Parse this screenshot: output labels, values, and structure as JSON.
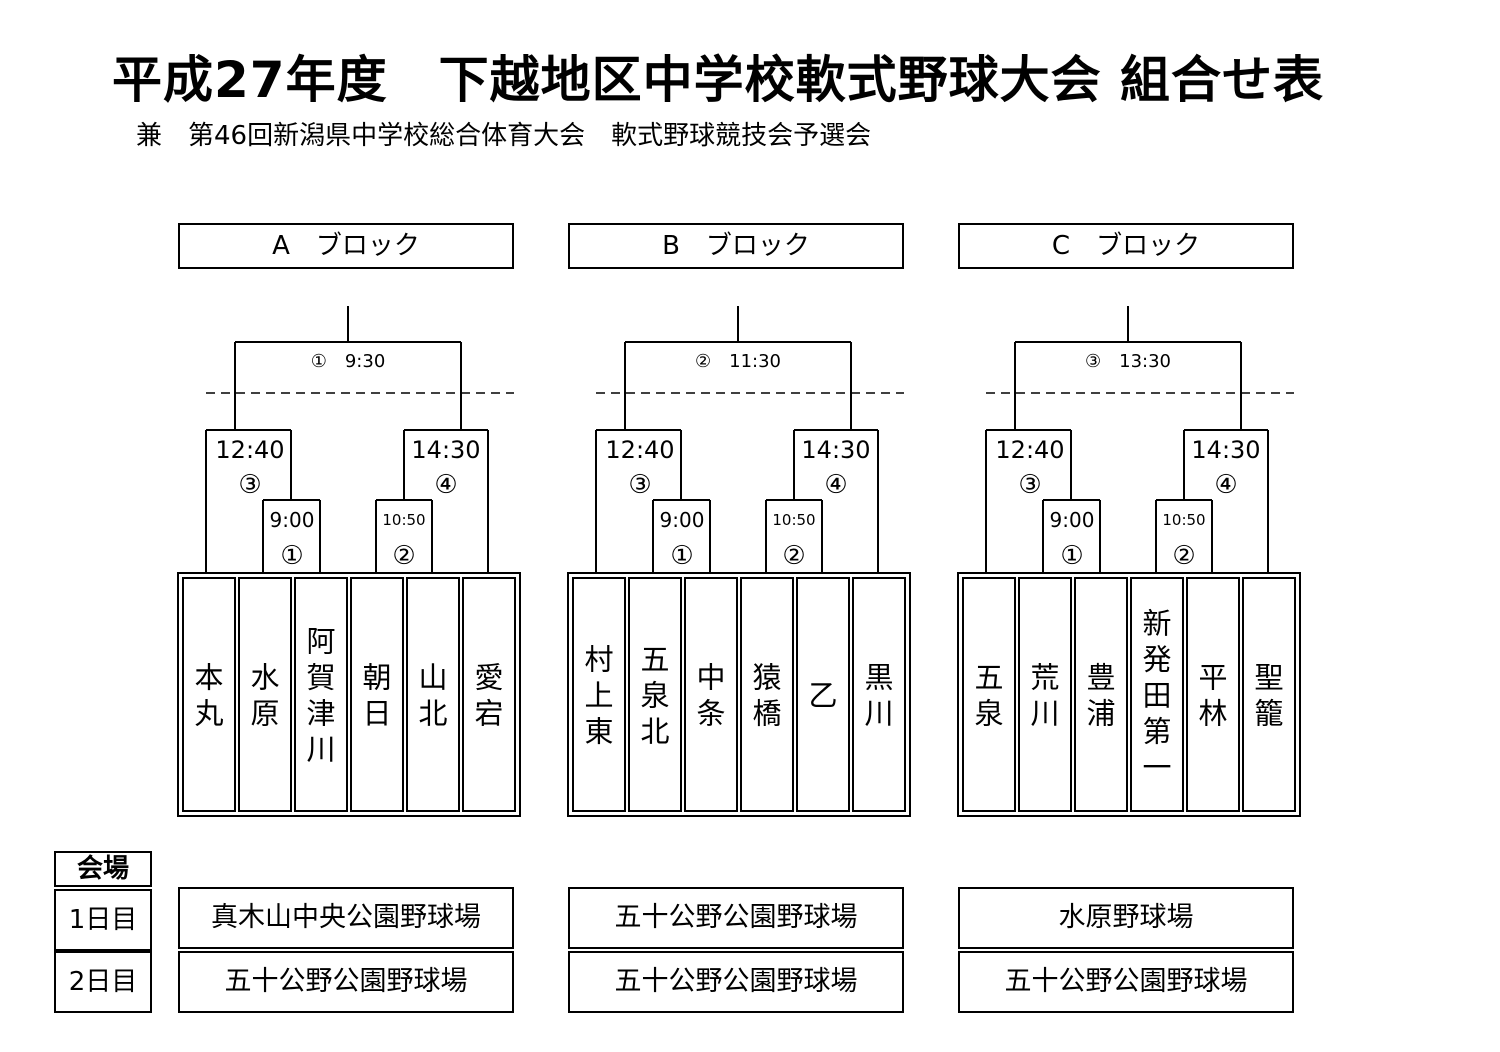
{
  "title": "平成27年度　下越地区中学校軟式野球大会 組合せ表",
  "subtitle": "兼　第46回新潟県中学校総合体育大会　軟式野球競技会予選会",
  "blocks": [
    {
      "header": "A　ブロック",
      "final": "①　9:30",
      "left_semi": {
        "time": "12:40",
        "num": "③"
      },
      "right_semi": {
        "time": "14:30",
        "num": "④"
      },
      "left_first": {
        "time": "9:00",
        "num": "①"
      },
      "right_first": {
        "time": "10:50",
        "num": "②"
      },
      "teams": [
        "本丸",
        "水原",
        "阿賀津川",
        "朝日",
        "山北",
        "愛宕"
      ]
    },
    {
      "header": "B　ブロック",
      "final": "②　11:30",
      "left_semi": {
        "time": "12:40",
        "num": "③"
      },
      "right_semi": {
        "time": "14:30",
        "num": "④"
      },
      "left_first": {
        "time": "9:00",
        "num": "①"
      },
      "right_first": {
        "time": "10:50",
        "num": "②"
      },
      "teams": [
        "村上東",
        "五泉北",
        "中条",
        "猿橋",
        "乙",
        "黒川"
      ]
    },
    {
      "header": "C　ブロック",
      "final": "③　13:30",
      "left_semi": {
        "time": "12:40",
        "num": "③"
      },
      "right_semi": {
        "time": "14:30",
        "num": "④"
      },
      "left_first": {
        "time": "9:00",
        "num": "①"
      },
      "right_first": {
        "time": "10:50",
        "num": "②"
      },
      "teams": [
        "五泉",
        "荒川",
        "豊浦",
        "新発田第一",
        "平林",
        "聖籠"
      ]
    }
  ],
  "venue": {
    "label": "会場",
    "days": [
      {
        "label": "1日目",
        "venues": [
          "真木山中央公園野球場",
          "五十公野公園野球場",
          "水原野球場"
        ]
      },
      {
        "label": "2日目",
        "venues": [
          "五十公野公園野球場",
          "五十公野公園野球場",
          "五十公野公園野球場"
        ]
      }
    ]
  }
}
